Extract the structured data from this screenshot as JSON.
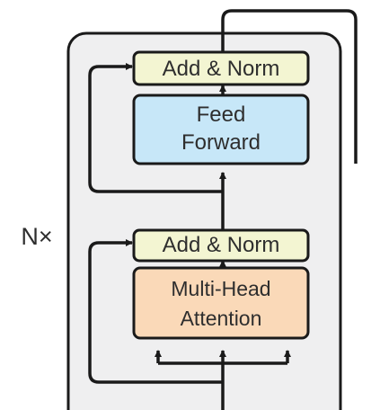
{
  "diagram": {
    "repeat_label": "N×",
    "blocks": [
      {
        "id": "add-norm-top",
        "label": "Add & Norm",
        "fill": "#f3f5d2"
      },
      {
        "id": "feed-forward",
        "lines": [
          "Feed",
          "Forward"
        ],
        "fill": "#c7e7f8"
      },
      {
        "id": "add-norm-bottom",
        "label": "Add & Norm",
        "fill": "#f3f5d2"
      },
      {
        "id": "multi-head-attention",
        "lines": [
          "Multi-Head",
          "Attention"
        ],
        "fill": "#fad9b8"
      }
    ],
    "colors": {
      "container_fill": "#efeff0",
      "stroke": "#1a1a1a",
      "text": "#2e2e2e"
    }
  }
}
